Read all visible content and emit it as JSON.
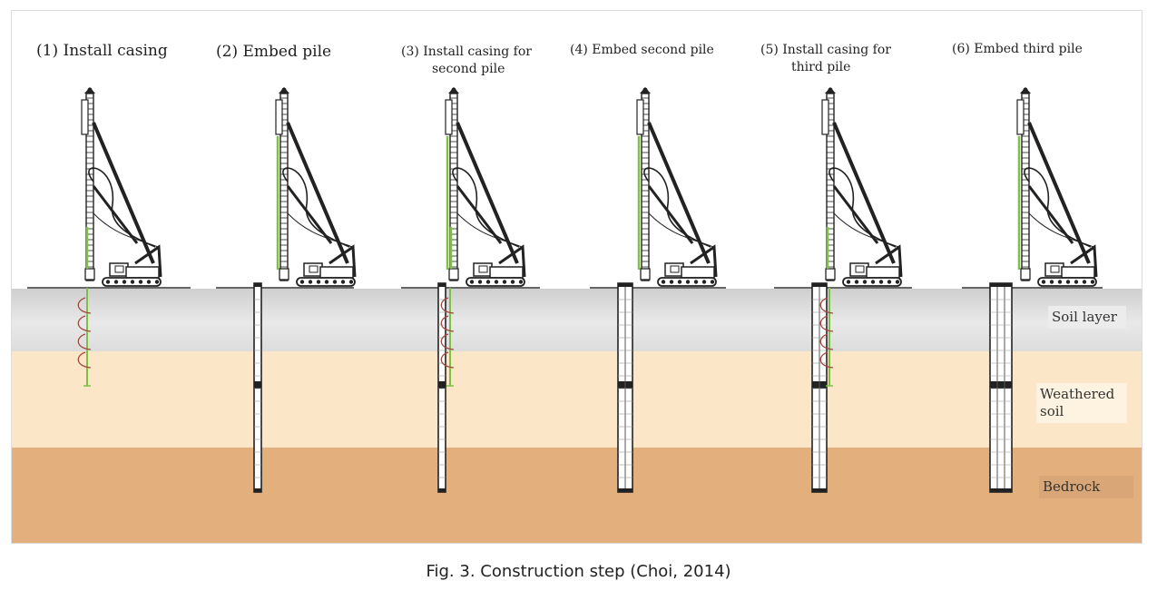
{
  "steps": [
    {
      "id": 1,
      "label": "(1) Install casing"
    },
    {
      "id": 2,
      "label": "(2) Embed pile"
    },
    {
      "id": 3,
      "label_line1": "(3) Install casing for",
      "label_line2": "second pile"
    },
    {
      "id": 4,
      "label": "(4) Embed second pile"
    },
    {
      "id": 5,
      "label_line1": "(5) Install casing for",
      "label_line2": "third pile"
    },
    {
      "id": 6,
      "label": "(6) Embed third pile"
    }
  ],
  "layers": {
    "soil": "Soil layer",
    "weathered_line1": "Weathered",
    "weathered_line2": "soil",
    "bedrock": "Bedrock"
  },
  "caption": "Fig. 3. Construction step (Choi, 2014)",
  "colors": {
    "soil": "#d9d9d9",
    "weathered": "#fbe7c8",
    "bedrock": "#e3b07d",
    "casing": "#7dc142",
    "rig": "#222222"
  }
}
